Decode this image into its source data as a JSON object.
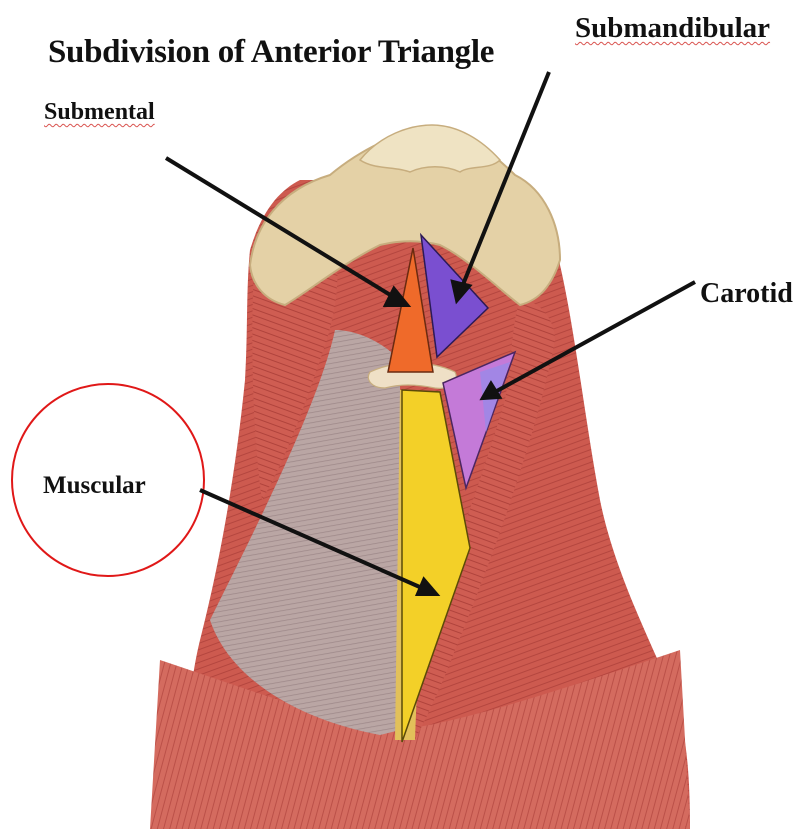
{
  "title": "Subdivision of Anterior Triangle",
  "labels": {
    "submental": "Submental",
    "submandibular": "Submandibular",
    "carotid": "Carotid",
    "muscular": "Muscular"
  },
  "regions": [
    {
      "name": "submental",
      "color": "#ef6a2a"
    },
    {
      "name": "submandibular",
      "color": "#7a4fd0"
    },
    {
      "name": "carotid",
      "color": "#c47ad8"
    },
    {
      "name": "muscular",
      "color": "#f3d028"
    }
  ],
  "colors": {
    "muscle": "#c8524a",
    "muscle_dark": "#a63a34",
    "bone": "#e2cfa6",
    "fascia": "#b4a8a8",
    "highlight_circle": "#e01818",
    "arrow": "#111111"
  }
}
